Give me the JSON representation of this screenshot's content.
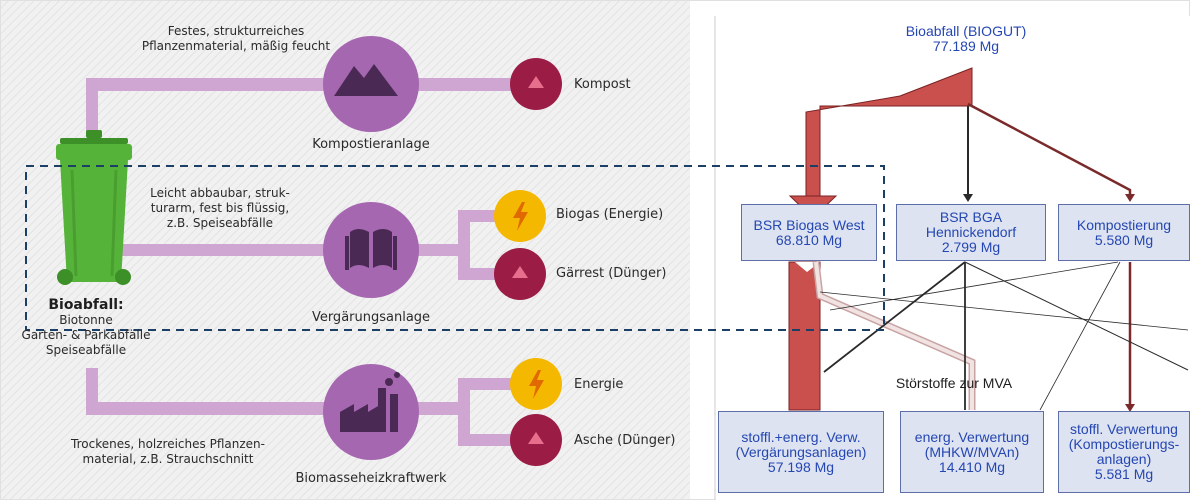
{
  "left_diagram": {
    "bin_label": {
      "title": "Bioabfall",
      "colon": ":",
      "lines": [
        "Biotonne",
        "Garten- & Parkabfälle",
        "Speiseabfälle"
      ]
    },
    "paths": [
      {
        "input_note": [
          "Festes, strukturreiches",
          "Pflanzenmaterial, mäßig feucht"
        ],
        "plant": "Kompostieranlage",
        "plant_icon": "mountain-icon",
        "outputs": [
          {
            "label": "Kompost",
            "icon": "triangle-icon",
            "color": "#8c1a3f"
          }
        ]
      },
      {
        "input_note": [
          "Leicht abbaubar, struk-",
          "turarm, fest bis flüssig,",
          "z.B. Speiseabfälle"
        ],
        "plant": "Vergärungsanlage",
        "plant_icon": "open-book-icon",
        "outputs": [
          {
            "label": "Biogas (Energie)",
            "icon": "lightning-icon",
            "color": "#f5b800"
          },
          {
            "label": "Gärrest (Dünger)",
            "icon": "triangle-icon",
            "color": "#8c1a3f"
          }
        ]
      },
      {
        "input_note": [
          "Trockenes, holzreiches Pflanzen-",
          "material, z.B. Strauchschnitt"
        ],
        "plant": "Biomasseheizkraftwerk",
        "plant_icon": "factory-icon",
        "outputs": [
          {
            "label": "Energie",
            "icon": "lightning-icon",
            "color": "#f5b800"
          },
          {
            "label": "Asche (Dünger)",
            "icon": "triangle-icon",
            "color": "#8c1a3f"
          }
        ]
      }
    ],
    "colors": {
      "path": "#cfa5d2",
      "plant": "#a567b0",
      "plant_icon": "#4a2a55",
      "bin": "#56b33a",
      "accent_red": "#9b1c45",
      "accent_yellow": "#f5b800"
    }
  },
  "right_diagram": {
    "source": {
      "name": "Bioabfall (BIOGUT)",
      "amount": "77.189 Mg"
    },
    "facilities": [
      {
        "lines": [
          "BSR Biogas West",
          "68.810 Mg"
        ]
      },
      {
        "lines": [
          "BSR BGA",
          "Hennickendorf",
          "2.799 Mg"
        ]
      },
      {
        "lines": [
          "Kompostierung",
          "5.580 Mg"
        ]
      }
    ],
    "impurities_label": "Störstoffe zur MVA",
    "outcomes": [
      {
        "lines": [
          "stoffl.+energ. Verw.",
          "(Vergärungsanlagen)",
          "57.198 Mg"
        ]
      },
      {
        "lines": [
          "energ. Verwertung",
          "(MHKW/MVAn)",
          "14.410 Mg"
        ]
      },
      {
        "lines": [
          "stoffl. Verwertung",
          "(Kompostierungs-",
          "anlagen)",
          "5.581 Mg"
        ]
      }
    ],
    "colors": {
      "flow_main": "#c9504d",
      "flow_compost": "#8b3a3a",
      "flow_thin": "#2a2a2a",
      "box_fill": "#dde3f1",
      "box_border": "#5e6ea8",
      "text": "#2547b2"
    }
  },
  "overlay": {
    "highlight_color": "#1c3f66"
  }
}
